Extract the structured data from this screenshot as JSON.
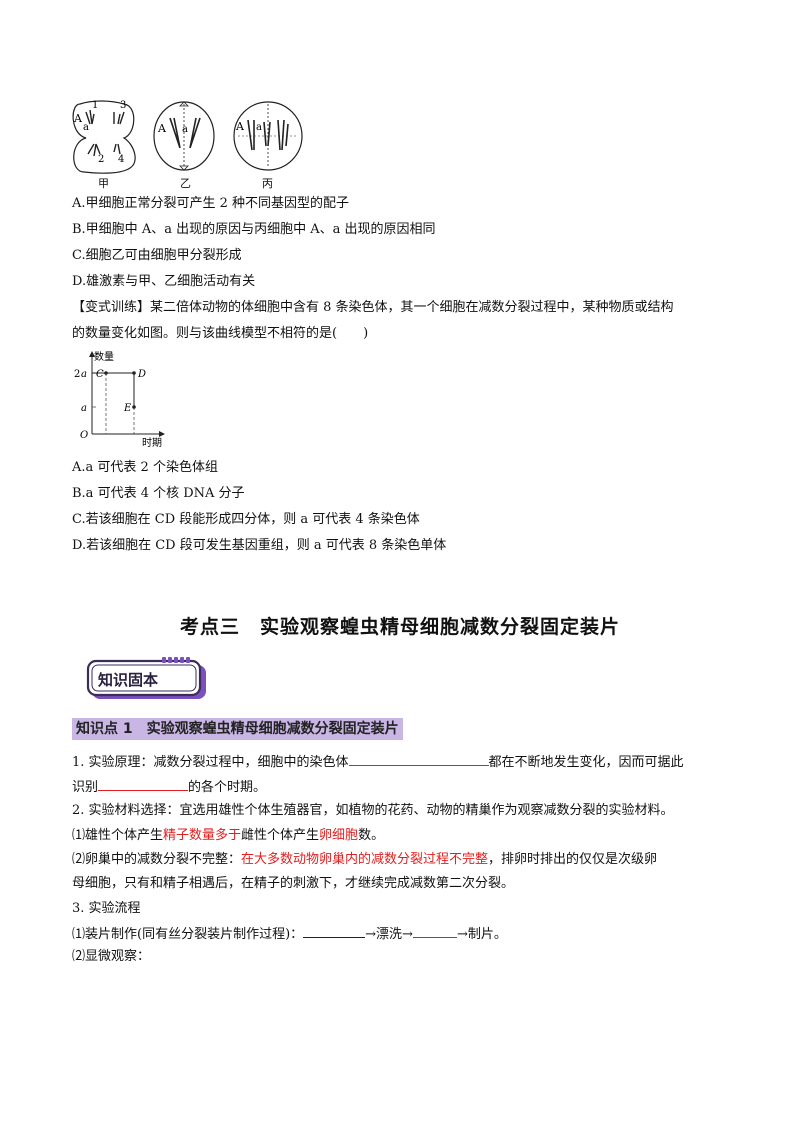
{
  "figure_cells": {
    "labels": [
      "甲",
      "乙",
      "丙"
    ],
    "cell1_marks": [
      "A",
      "a",
      "1",
      "3",
      "2",
      "4"
    ],
    "cell2_marks": [
      "A",
      "a"
    ],
    "cell3_marks": [
      "A",
      "a"
    ]
  },
  "q1_options": [
    "A.甲细胞正常分裂可产生 2 种不同基因型的配子",
    "B.甲细胞中 A、a 出现的原因与丙细胞中 A、a 出现的原因相同",
    "C.细胞乙可由细胞甲分裂形成",
    "D.雄激素与甲、乙细胞活动有关"
  ],
  "variant": {
    "line1": "【变式训练】某二倍体动物的体细胞中含有 8 条染色体，其一个细胞在减数分裂过程中，某种物质或结构",
    "line2": "的数量变化如图。则与该曲线模型不相符的是(　　)"
  },
  "graph": {
    "y_axis_label": "数量",
    "x_axis_label": "时期",
    "y_tick_2a": "2",
    "y_tick_2a_italic": "a",
    "y_tick_a": "a",
    "origin": "O",
    "point_c": "C",
    "point_d": "D",
    "point_e": "E"
  },
  "q2_options": [
    "A.a 可代表 2 个染色体组",
    "B.a 可代表 4 个核 DNA 分子",
    "C.若该细胞在 CD 段能形成四分体，则 a 可代表 4 条染色体",
    "D.若该细胞在 CD 段可发生基因重组，则 a 可代表 8 条染色单体"
  ],
  "section_title": "考点三　实验观察蝗虫精母细胞减数分裂固定装片",
  "badge_text": "知识固本",
  "kp_title": "知识点 1　实验观察蝗虫精母细胞减数分裂固定装片",
  "content": {
    "p1_a": "1. 实验原理：减数分裂过程中，细胞中的染色体",
    "p1_b": "都在不断地发生变化，因而可据此",
    "p1_c": "识别",
    "p1_d": "的各个时期。",
    "p2": "2. 实验材料选择：宜选用雄性个体生殖器官，如植物的花药、动物的精巢作为观察减数分裂的实验材料。",
    "p3_a": "⑴雄性个体产生",
    "p3_red1": "精子数量多于",
    "p3_b": "雌性个体产生",
    "p3_red2": "卵细胞",
    "p3_c": "数。",
    "p4_a": "⑵卵巢中的减数分裂不完整：",
    "p4_red": "在大多数动物卵巢内的减数分裂过程不完整",
    "p4_b": "，排卵时排出的仅仅是次级卵",
    "p4_line2": "母细胞，只有和精子相遇后，在精子的刺激下，才继续完成减数第二次分裂。",
    "p5": "3. 实验流程",
    "p6_a": "⑴装片制作(同有丝分裂装片制作过程)：",
    "p6_b": "→漂洗→",
    "p6_c": "→制片。",
    "p7": "⑵显微观察："
  },
  "colors": {
    "accent": "#e02020",
    "highlight": "#c9b6e4",
    "badge_dark": "#3a2d56",
    "badge_purple": "#7b4fc0"
  }
}
